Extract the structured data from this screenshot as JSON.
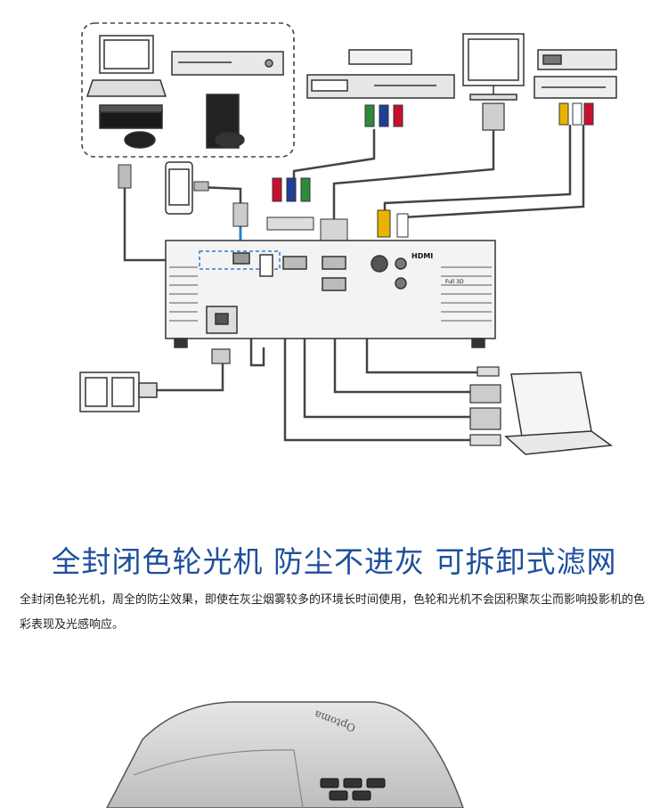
{
  "diagram": {
    "projector_port_labels": [
      "HDMI",
      "Full 3D"
    ]
  },
  "section": {
    "headline": "全封闭色轮光机 防尘不进灰 可拆卸式滤网",
    "body": "全封闭色轮光机，周全的防尘效果，即使在灰尘烟雾较多的环境长时间使用，色轮和光机不会因积聚灰尘而影响投影机的色彩表现及光感响应。"
  },
  "photo": {
    "brand_logo": "Optoma"
  },
  "colors": {
    "headline": "#1d4f9c",
    "highlight_cable": "#2a7fd4",
    "rca_red": "#c8102e",
    "rca_green": "#2e8b3a",
    "rca_blue": "#1f3f99",
    "rca_yellow": "#e8b400"
  }
}
